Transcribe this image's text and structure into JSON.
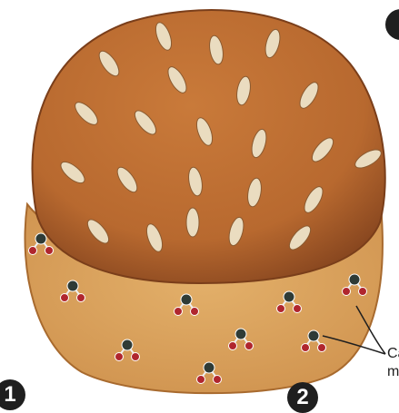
{
  "image": {
    "subject": "bread-loaf-cutaway-icon",
    "colors": {
      "crust": "#b8692f",
      "crust_dark": "#8a4820",
      "crumb": "#dba35e",
      "seed": "#eadcc0",
      "carbon_atom": "#2f3b36",
      "oxygen_atom": "#b0262e"
    }
  },
  "callout": {
    "line1": "Ca",
    "line2": "m"
  },
  "steps": [
    {
      "label": "1"
    },
    {
      "label": "2"
    },
    {
      "label": ""
    }
  ]
}
